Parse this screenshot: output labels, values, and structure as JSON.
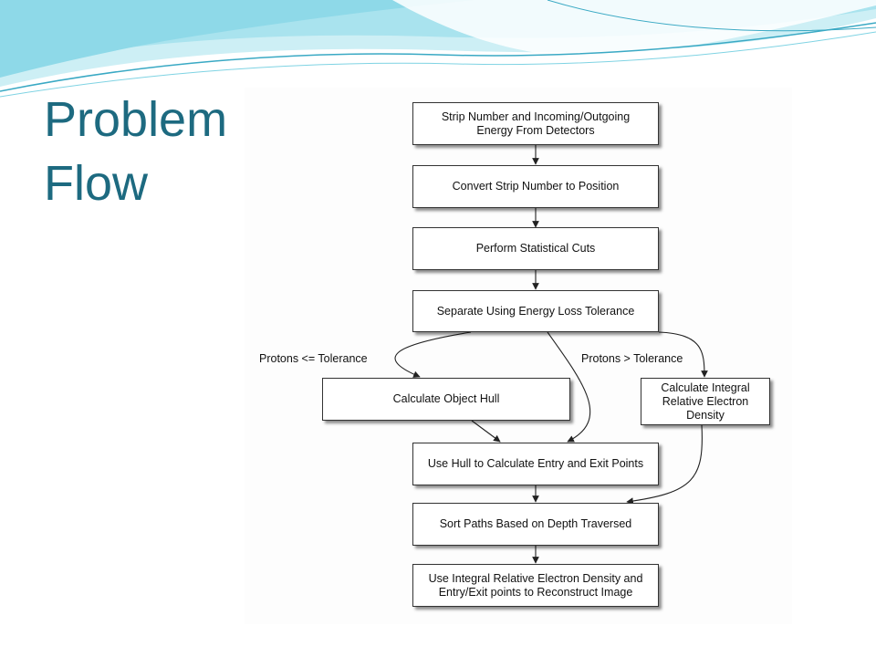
{
  "slide": {
    "title_line1": "Problem",
    "title_line2": "Flow",
    "colors": {
      "title": "#1d6a80",
      "wave_light": "#cdeff5",
      "wave_mid": "#7fd3e3",
      "wave_dark": "#3aa9c4"
    }
  },
  "diagram": {
    "nodes": {
      "input": "Strip Number and Incoming/Outgoing\nEnergy From Detectors",
      "convert": "Convert Strip Number to Position",
      "cuts": "Perform Statistical Cuts",
      "separate": "Separate Using Energy Loss Tolerance",
      "hull": "Calculate Object Hull",
      "density": "Calculate Integral\nRelative Electron\nDensity",
      "entry_exit": "Use Hull to Calculate Entry and Exit Points",
      "sort": "Sort Paths Based on Depth Traversed",
      "reconstruct": "Use Integral Relative Electron Density and\nEntry/Exit points to Reconstruct Image"
    },
    "edge_labels": {
      "low": "Protons <= Tolerance",
      "high": "Protons > Tolerance"
    }
  }
}
